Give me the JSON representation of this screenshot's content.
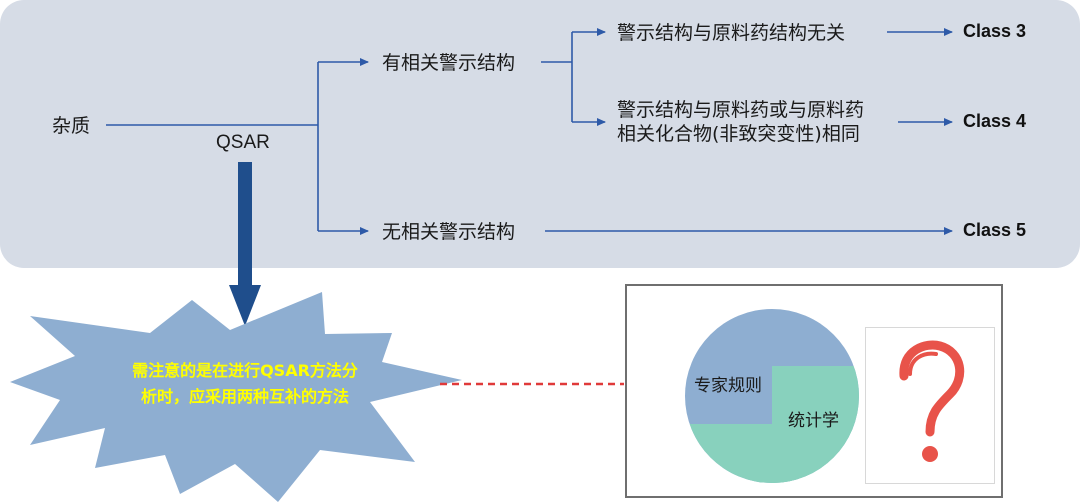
{
  "flow": {
    "impurity": "杂质",
    "qsar": "QSAR",
    "has_alert": "有相关警示结构",
    "no_alert": "无相关警示结构",
    "alert_unrelated": "警示结构与原料药结构无关",
    "alert_same_line1": "警示结构与原料药或与原料药",
    "alert_same_line2": "相关化合物(非致突变性)相同",
    "class3": "Class 3",
    "class4": "Class 4",
    "class5": "Class 5"
  },
  "note": {
    "line1": "需注意的是在进行QSAR方法分",
    "line2": "析时，应采用两种互补的方法"
  },
  "methods": {
    "expert": "专家规则",
    "statistical": "统计学"
  },
  "colors": {
    "panel": "#d6dce6",
    "arrow": "#2e5aa8",
    "big_arrow": "#1f4e8c",
    "burst": "#8eaed1",
    "note_text": "#ffff00",
    "dash": "#e03a3a",
    "pie_expert": "#8eaed1",
    "pie_stat": "#88d1bd",
    "question": "#e8534a"
  }
}
